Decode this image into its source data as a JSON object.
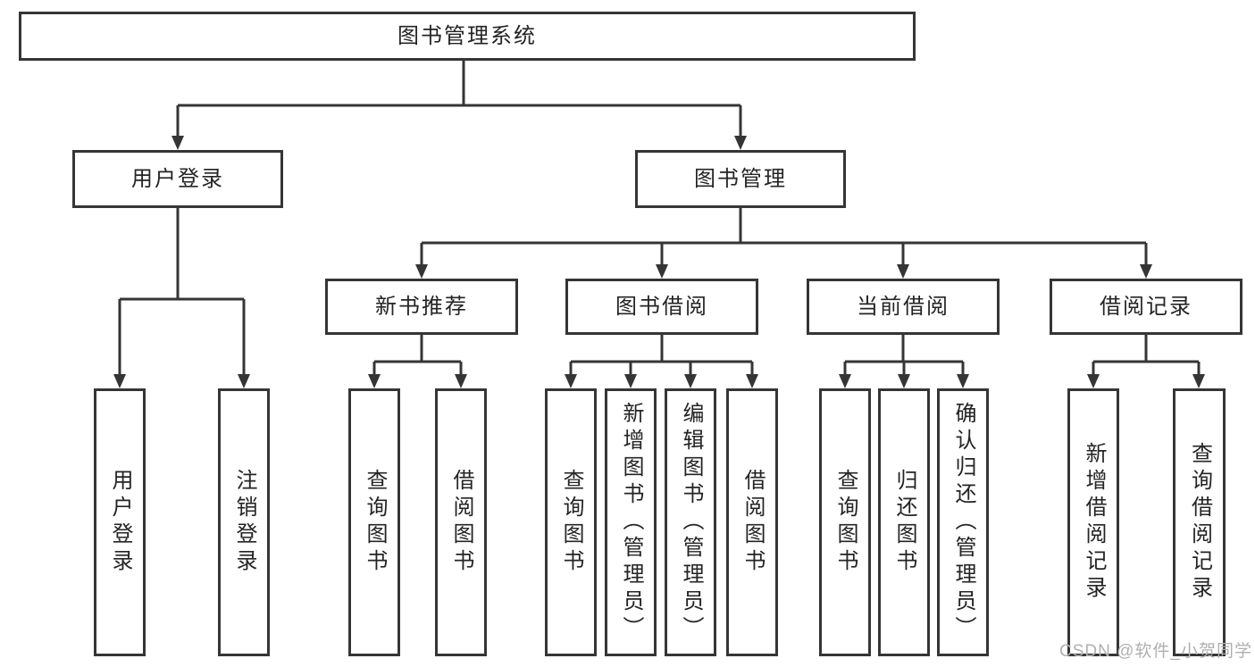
{
  "diagram": {
    "root": {
      "label": "图书管理系统"
    },
    "level2": [
      {
        "label": "用户登录"
      },
      {
        "label": "图书管理"
      }
    ],
    "level3": [
      {
        "label": "新书推荐"
      },
      {
        "label": "图书借阅"
      },
      {
        "label": "当前借阅"
      },
      {
        "label": "借阅记录"
      }
    ],
    "leaves": {
      "login": [
        {
          "label": "用户登录"
        },
        {
          "label": "注销登录"
        }
      ],
      "newbook": [
        {
          "label": "查询图书"
        },
        {
          "label": "借阅图书"
        }
      ],
      "borrow": [
        {
          "label": "查询图书"
        },
        {
          "label": "新增图书（管理员）"
        },
        {
          "label": "编辑图书（管理员）"
        },
        {
          "label": "借阅图书"
        }
      ],
      "current": [
        {
          "label": "查询图书"
        },
        {
          "label": "归还图书"
        },
        {
          "label": "确认归还（管理员）"
        }
      ],
      "records": [
        {
          "label": "新增借阅记录"
        },
        {
          "label": "查询借阅记录"
        }
      ]
    },
    "colors": {
      "line": "#353535",
      "text": "#242424",
      "watermark": "#b0b0b0"
    }
  },
  "watermark": {
    "text": "CSDN @软件_小贺同学"
  }
}
